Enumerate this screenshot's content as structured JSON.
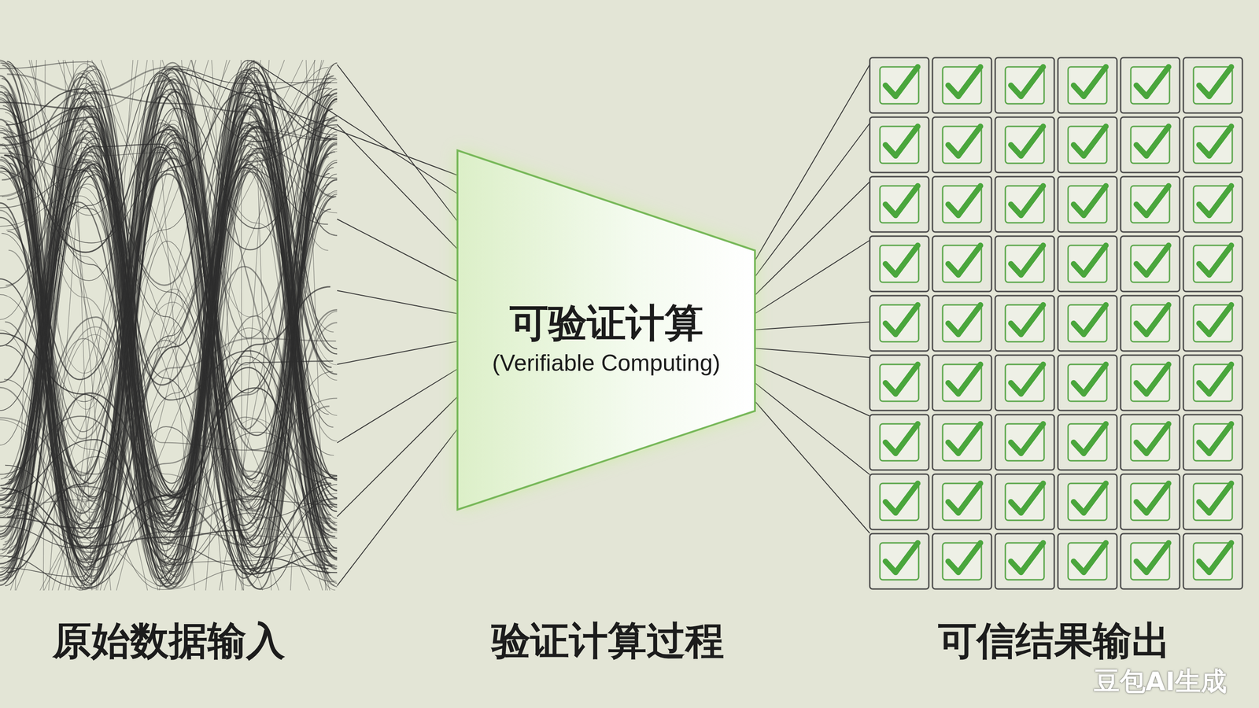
{
  "diagram": {
    "nodes": [
      {
        "text": [
          "可验证计算",
          "(Verifiable Computing)"
        ]
      }
    ],
    "labels": [
      "原始数据输入",
      "验证计算过程",
      "可信结果输出",
      "豆包AI生成"
    ]
  }
}
